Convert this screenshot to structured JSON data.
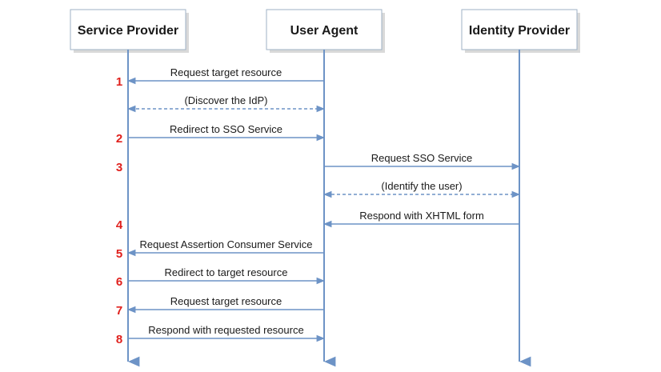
{
  "diagram": {
    "type": "sequence",
    "colors": {
      "lifeline": "#6d93c6",
      "step_number": "#e0211d",
      "actor_border": "#9fb2c6",
      "text": "#1a1a1a"
    },
    "actors": [
      {
        "id": "sp",
        "label": "Service Provider"
      },
      {
        "id": "ua",
        "label": "User Agent"
      },
      {
        "id": "idp",
        "label": "Identity Provider"
      }
    ],
    "messages": [
      {
        "step": "1",
        "from": "ua",
        "to": "sp",
        "label": "Request target resource",
        "dashed": false
      },
      {
        "step": "",
        "from": "ua",
        "to": "sp",
        "label": "(Discover the IdP)",
        "dashed": true,
        "bidirectional": true
      },
      {
        "step": "2",
        "from": "sp",
        "to": "ua",
        "label": "Redirect to SSO Service",
        "dashed": false
      },
      {
        "step": "3",
        "from": "ua",
        "to": "idp",
        "label": "Request SSO Service",
        "dashed": false
      },
      {
        "step": "",
        "from": "idp",
        "to": "ua",
        "label": "(Identify the user)",
        "dashed": true,
        "bidirectional": true
      },
      {
        "step": "4",
        "from": "idp",
        "to": "ua",
        "label": "Respond with XHTML form",
        "dashed": false
      },
      {
        "step": "5",
        "from": "ua",
        "to": "sp",
        "label": "Request Assertion Consumer Service",
        "dashed": false
      },
      {
        "step": "6",
        "from": "sp",
        "to": "ua",
        "label": "Redirect to target resource",
        "dashed": false
      },
      {
        "step": "7",
        "from": "ua",
        "to": "sp",
        "label": "Request target resource",
        "dashed": false
      },
      {
        "step": "8",
        "from": "sp",
        "to": "ua",
        "label": "Respond with requested resource",
        "dashed": false
      }
    ]
  }
}
